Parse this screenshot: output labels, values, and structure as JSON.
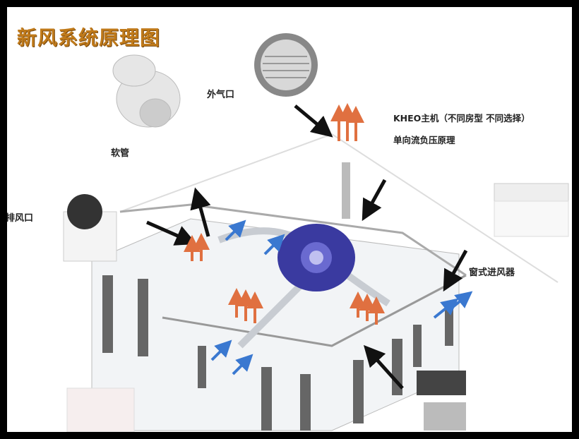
{
  "title": "新风系统原理图",
  "labels": {
    "outdoor_vent": "外气口",
    "host_line1": "KHEO主机（不同房型  不同选择）",
    "host_line2": "单向流负压原理",
    "hose": "软管",
    "exhaust": "排风口",
    "window_inlet": "窗式进风器"
  },
  "colors": {
    "title": "#c07a1a",
    "unit": "#3a3aa0",
    "up_arrow": "#e07040",
    "fresh_arrow": "#3a78d0"
  }
}
